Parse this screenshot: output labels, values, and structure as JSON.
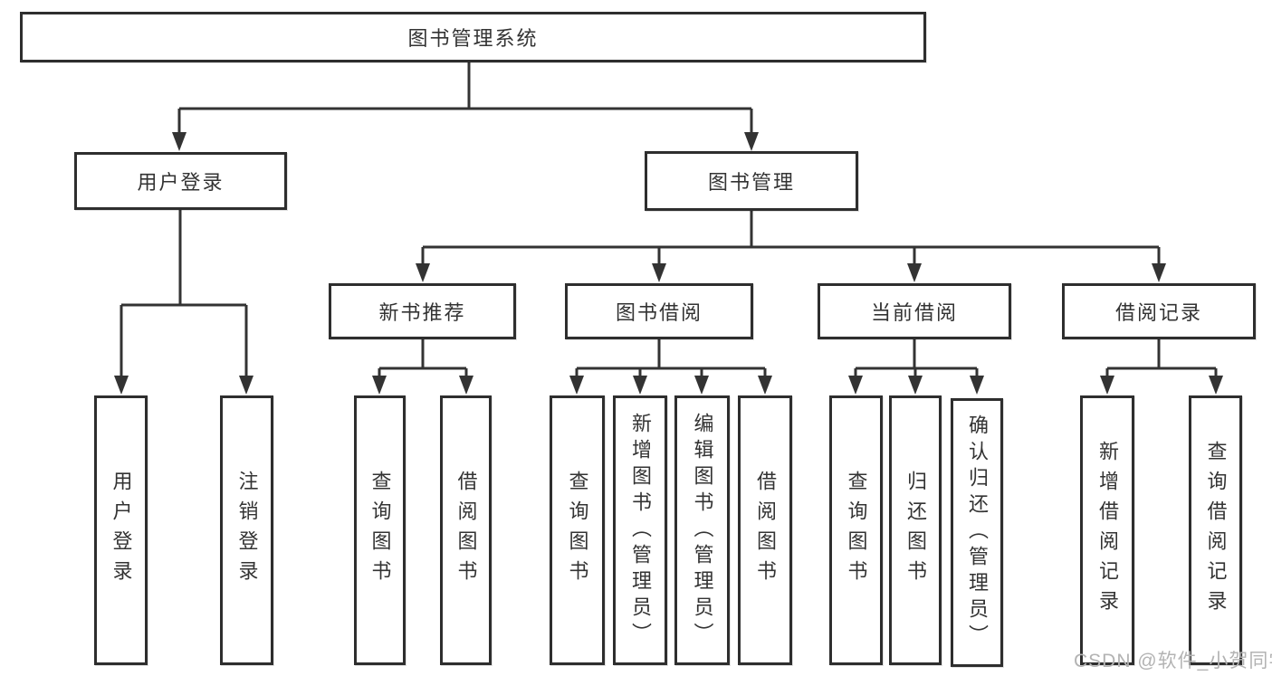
{
  "tree": {
    "root": {
      "label": "图书管理系统"
    },
    "level2": [
      {
        "label": "用户登录"
      },
      {
        "label": "图书管理"
      }
    ],
    "level3": [
      {
        "label": "新书推荐"
      },
      {
        "label": "图书借阅"
      },
      {
        "label": "当前借阅"
      },
      {
        "label": "借阅记录"
      }
    ],
    "leaves": {
      "user_login": [
        {
          "label": "用户登录"
        },
        {
          "label": "注销登录"
        }
      ],
      "new_book_recommend": [
        {
          "label": "查询图书"
        },
        {
          "label": "借阅图书"
        }
      ],
      "book_borrow": [
        {
          "label": "查询图书"
        },
        {
          "label": "新增图书（管理员）"
        },
        {
          "label": "编辑图书（管理员）"
        },
        {
          "label": "借阅图书"
        }
      ],
      "current_borrow": [
        {
          "label": "查询图书"
        },
        {
          "label": "归还图书"
        },
        {
          "label": "确认归还（管理员）"
        }
      ],
      "borrow_records": [
        {
          "label": "新增借阅记录"
        },
        {
          "label": "查询借阅记录"
        }
      ]
    }
  },
  "watermark": {
    "text": "CSDN @软件_小贺同学"
  },
  "colors": {
    "line": "#333333",
    "border": "#2e2e2e",
    "text": "#333333",
    "watermark": "#b3b3b3",
    "background": "#ffffff"
  }
}
